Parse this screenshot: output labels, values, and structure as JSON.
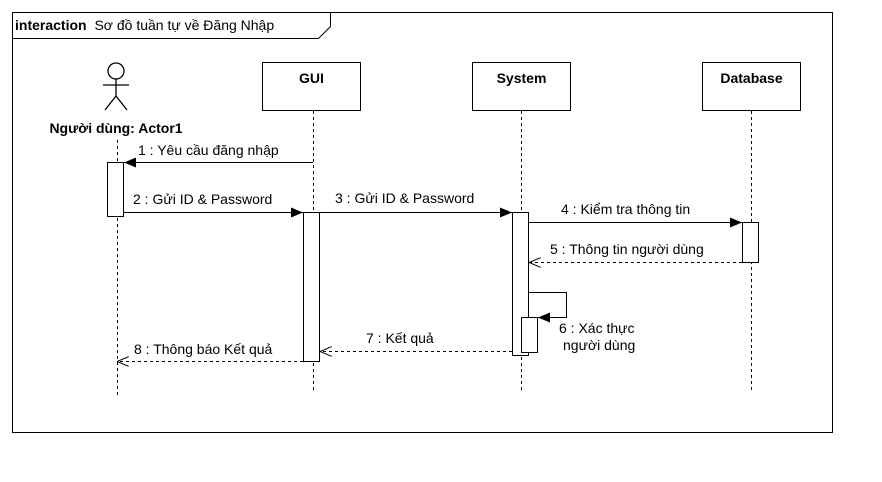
{
  "frame": {
    "keyword": "interaction",
    "title": "Sơ đồ tuần tự về Đăng Nhập"
  },
  "lifelines": {
    "actor": "Người dùng: Actor1",
    "gui": "GUI",
    "system": "System",
    "database": "Database"
  },
  "messages": {
    "m1": "1 : Yêu cầu đăng nhập",
    "m2": "2 : Gửi ID & Password",
    "m3": "3 : Gửi ID & Password",
    "m4": "4 : Kiểm tra thông tin",
    "m5": "5 : Thông tin người dùng",
    "m6_line1": "6 : Xác thực",
    "m6_line2": "người dùng",
    "m7": "7 : Kết quả",
    "m8": "8 : Thông báo Kết quả"
  }
}
